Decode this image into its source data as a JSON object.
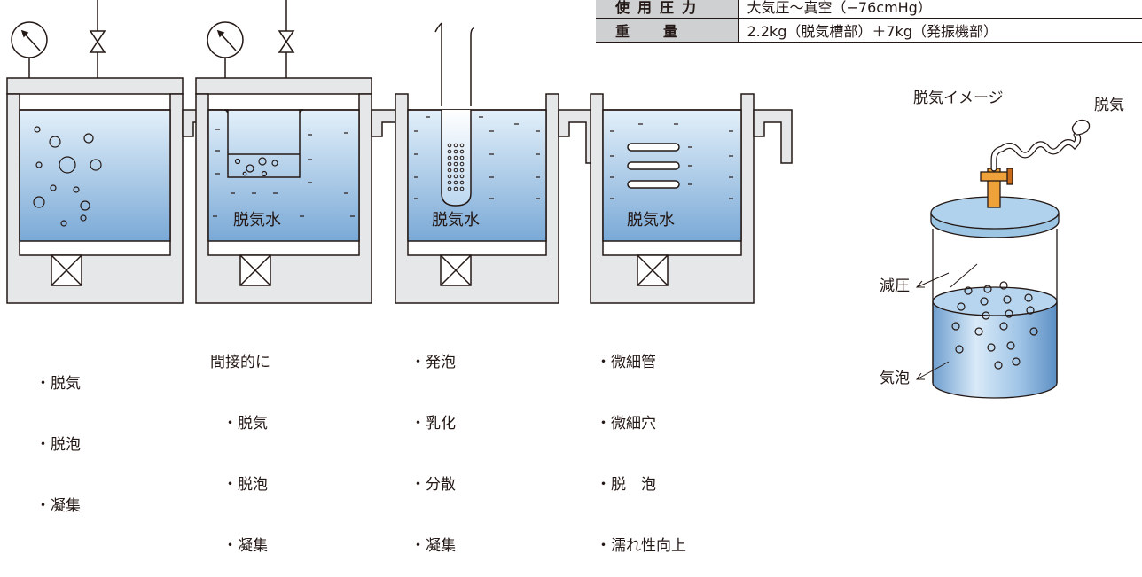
{
  "spec_table": {
    "rows": [
      {
        "label": "使用圧力",
        "value": "大気圧〜真空（−76cmHg）"
      },
      {
        "label": "重量",
        "value": "2.2kg（脱気槽部）＋7kg（発振機部）"
      }
    ]
  },
  "tanks": [
    {
      "inner_label": "",
      "caption": [
        "・脱気",
        "・脱泡",
        "・凝集"
      ]
    },
    {
      "inner_label": "脱気水",
      "caption": [
        "間接的に",
        "・脱気",
        "・脱泡",
        "・凝集"
      ]
    },
    {
      "inner_label": "脱気水",
      "caption": [
        "・発泡",
        "・乳化",
        "・分散",
        "・凝集"
      ]
    },
    {
      "inner_label": "脱気水",
      "caption": [
        "・微細管",
        "・微細穴",
        "・脱　泡",
        "・濡れ性向上"
      ]
    }
  ],
  "degas_image": {
    "title": "脱気イメージ",
    "outlet_label": "脱気",
    "pressure_label": "減圧",
    "bubble_label": "気泡"
  },
  "colors": {
    "tank_gray": "#e6e7e8",
    "water_light": "#e3f0fa",
    "water_dark": "#79a9d6",
    "valve_orange": "#f0a23a",
    "lid_blue": "#9cc6e4",
    "text": "#231815"
  }
}
